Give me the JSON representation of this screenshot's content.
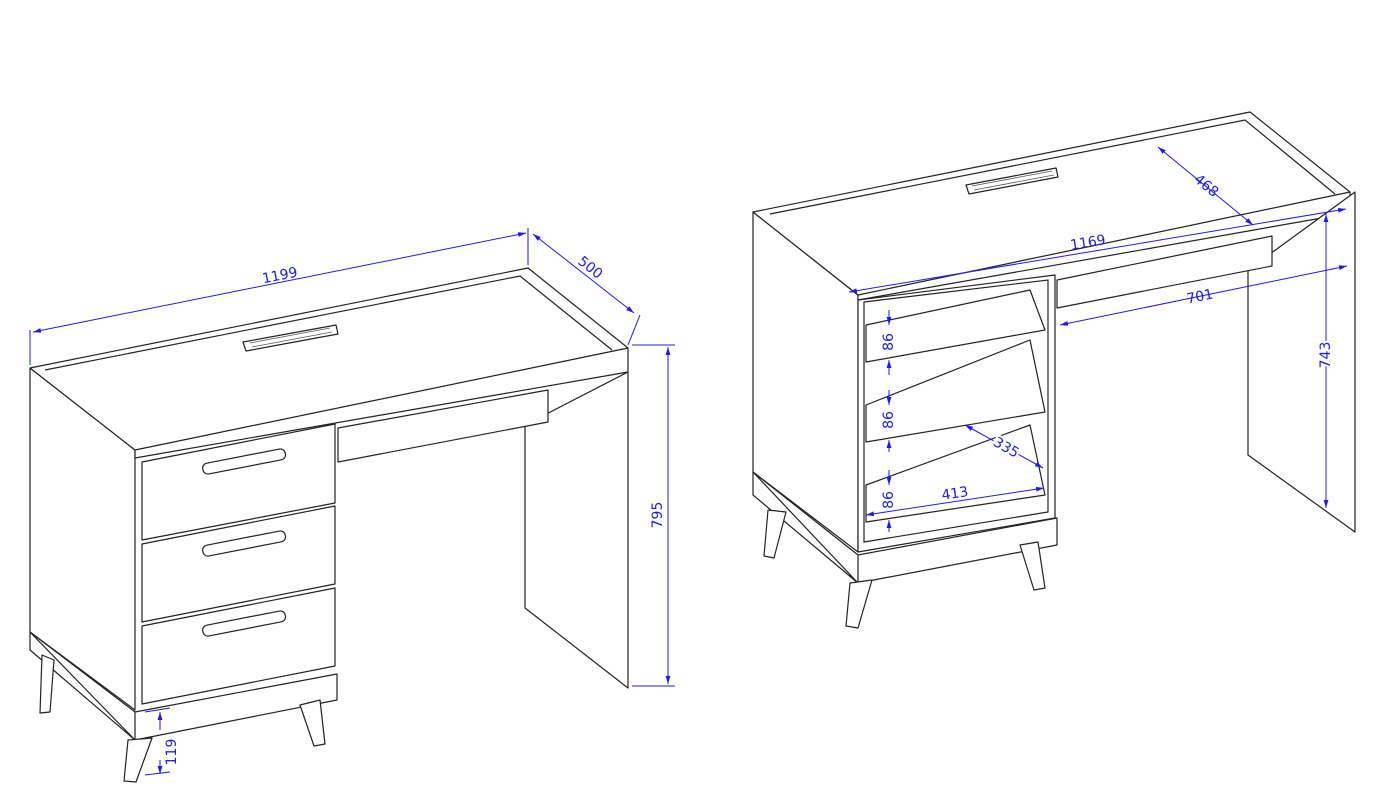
{
  "left_view": {
    "width_label": "1199",
    "depth_label": "500",
    "height_label": "795",
    "plinth_label": "119"
  },
  "right_view": {
    "top_width_label": "1169",
    "inner_depth_label": "468",
    "knee_width_label": "701",
    "knee_height_label": "743",
    "drawer_heights": [
      "86",
      "86",
      "86"
    ],
    "drawer_depth_label": "335",
    "drawer_width_label": "413"
  },
  "colors": {
    "dimension": "#1a1aff",
    "outline": "#222222"
  }
}
